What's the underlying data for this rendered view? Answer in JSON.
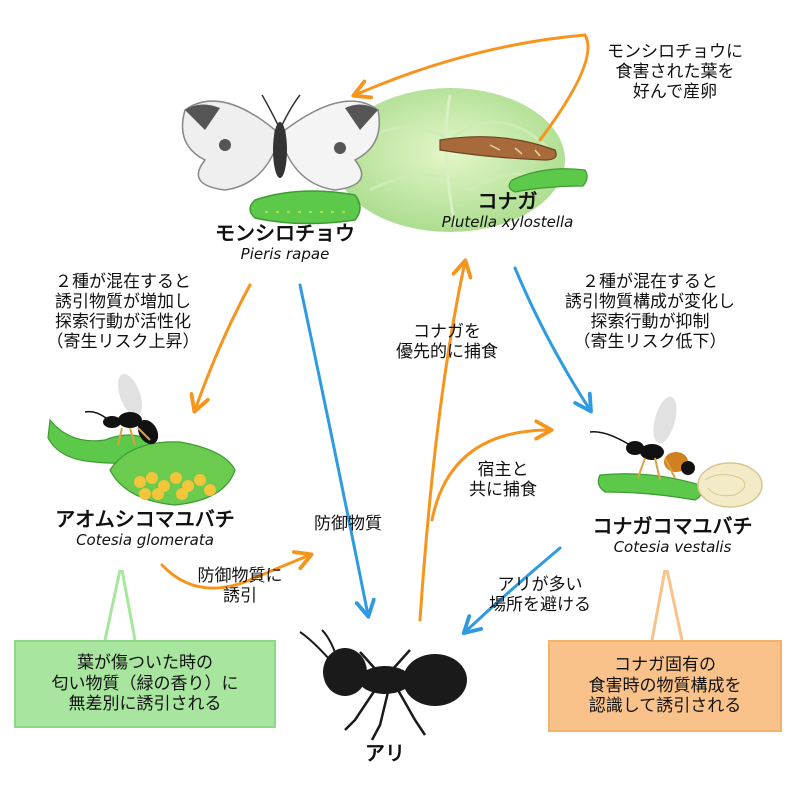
{
  "colors": {
    "orange_arrow": "#F7941D",
    "blue_arrow": "#2E9BE0",
    "green_box": "#A8E6A0",
    "green_box_border": "#8ED988",
    "orange_box": "#F9C28A",
    "orange_box_border": "#F5B06A",
    "cabbage": "#B5E39A",
    "caterpillar": "#5CC94A"
  },
  "organisms": {
    "pieris": {
      "name": "モンシロチョウ",
      "sci": "Pieris rapae"
    },
    "plutella": {
      "name": "コナガ",
      "sci": "Plutella xylostella"
    },
    "glomerata": {
      "name": "アオムシコマユバチ",
      "sci": "Cotesia glomerata"
    },
    "vestalis": {
      "name": "コナガコマユバチ",
      "sci": "Cotesia vestalis"
    },
    "ant": {
      "name": "アリ"
    }
  },
  "annotations": {
    "top_right": [
      "モンシロチョウに",
      "食害された葉を",
      "好んで産卵"
    ],
    "left_mid": [
      "２種が混在すると",
      "誘引物質が増加し",
      "探索行動が活性化",
      "（寄生リスク上昇）"
    ],
    "right_mid": [
      "２種が混在すると",
      "誘引物質構成が変化し",
      "探索行動が抑制",
      "（寄生リスク低下）"
    ],
    "center_prey": [
      "コナガを",
      "優先的に捕食"
    ],
    "host_prey": [
      "宿主と",
      "共に捕食"
    ],
    "defense": "防御物質",
    "defense_lure": [
      "防御物質に",
      "誘引"
    ],
    "avoid_ants": [
      "アリが多い",
      "場所を避ける"
    ]
  },
  "boxes": {
    "left": [
      "葉が傷ついた時の",
      "匂い物質（緑の香り）に",
      "無差別に誘引される"
    ],
    "right": [
      "コナガ固有の",
      "食害時の物質構成を",
      "認識して誘引される"
    ]
  },
  "icons": [
    "butterfly-icon",
    "cabbage-icon",
    "moth-icon",
    "caterpillar-icon",
    "wasp-icon",
    "cocoon-icon",
    "ant-icon"
  ]
}
